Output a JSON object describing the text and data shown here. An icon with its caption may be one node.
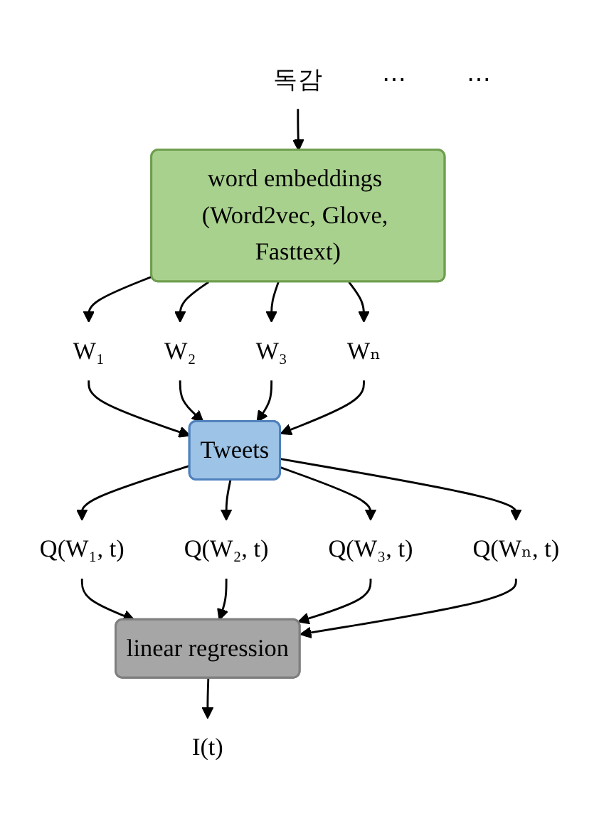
{
  "diagram": {
    "nodes": [
      {
        "text": [
          "독감"
        ]
      },
      {
        "text": [
          "word embeddings (Word2vec, Glove, Fasttext)"
        ]
      },
      {
        "text": [
          "W₁"
        ]
      },
      {
        "text": [
          "W₂"
        ]
      },
      {
        "text": [
          "W₃"
        ]
      },
      {
        "text": [
          "⋯"
        ]
      },
      {
        "text": [
          "Wₙ"
        ]
      },
      {
        "text": [
          "Tweets"
        ]
      },
      {
        "text": [
          "Q(W₁, t)"
        ]
      },
      {
        "text": [
          "Q(W₂, t)"
        ]
      },
      {
        "text": [
          "Q(W₃, t)"
        ]
      },
      {
        "text": [
          "⋯"
        ]
      },
      {
        "text": [
          "Q(Wₙ, t)"
        ]
      },
      {
        "text": [
          "linear regression"
        ]
      },
      {
        "text": [
          "I(t)"
        ]
      }
    ],
    "edges": [
      {
        "from": 0,
        "to": 1,
        "arrow": "to"
      },
      {
        "from": 1,
        "to": 2,
        "arrow": "to"
      },
      {
        "from": 1,
        "to": 3,
        "arrow": "to"
      },
      {
        "from": 1,
        "to": 4,
        "arrow": "to"
      },
      {
        "from": 1,
        "to": 6,
        "arrow": "to"
      },
      {
        "from": 2,
        "to": 7,
        "arrow": "to"
      },
      {
        "from": 3,
        "to": 7,
        "arrow": "to"
      },
      {
        "from": 4,
        "to": 7,
        "arrow": "to"
      },
      {
        "from": 6,
        "to": 7,
        "arrow": "to"
      },
      {
        "from": 7,
        "to": 8,
        "arrow": "to"
      },
      {
        "from": 7,
        "to": 9,
        "arrow": "to"
      },
      {
        "from": 7,
        "to": 10,
        "arrow": "to"
      },
      {
        "from": 7,
        "to": 12,
        "arrow": "to"
      },
      {
        "from": 8,
        "to": 13,
        "arrow": "to"
      },
      {
        "from": 9,
        "to": 13,
        "arrow": "to"
      },
      {
        "from": 10,
        "to": 13,
        "arrow": "to"
      },
      {
        "from": 12,
        "to": 13,
        "arrow": "to"
      },
      {
        "from": 13,
        "to": 14,
        "arrow": "to"
      }
    ]
  }
}
